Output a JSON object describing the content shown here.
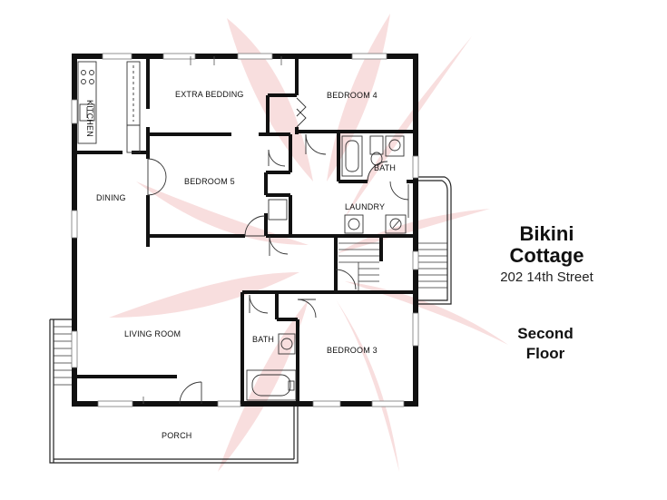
{
  "property": {
    "name_line1": "Bikini",
    "name_line2": "Cottage",
    "address": "202 14th Street",
    "floor_line1": "Second",
    "floor_line2": "Floor"
  },
  "rooms": {
    "kitchen": "KITCHEN",
    "extra_bedding": "EXTRA BEDDING",
    "bedroom4": "BEDROOM 4",
    "bedroom5": "BEDROOM 5",
    "dining": "DINING",
    "bath_upper": "BATH",
    "laundry": "LAUNDRY",
    "living_room": "LIVING ROOM",
    "bath_lower": "BATH",
    "bedroom3": "BEDROOM 3",
    "porch": "PORCH"
  },
  "colors": {
    "wall": "#111111",
    "watermark": "#f3c9c9",
    "window": "#9a9a9a"
  }
}
